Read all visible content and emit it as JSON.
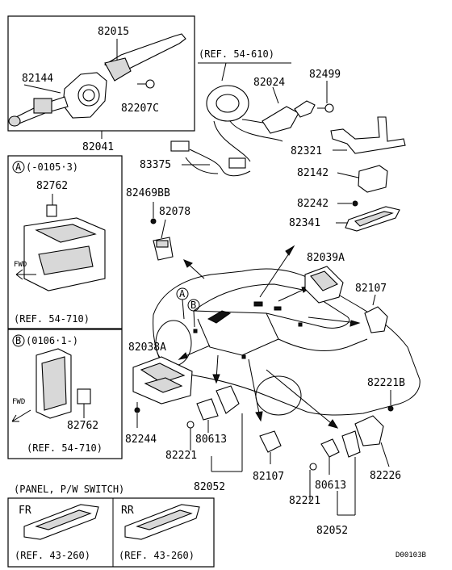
{
  "parts": {
    "p82015": "82015",
    "p82144": "82144",
    "p82207C": "82207C",
    "p82041": "82041",
    "ref_54_610": "(REF. 54-610)",
    "p82024": "82024",
    "p82499": "82499",
    "p82321": "82321",
    "p83375": "83375",
    "p82142": "82142",
    "p82469BB": "82469BB",
    "p82078": "82078",
    "p82242": "82242",
    "p82341": "82341",
    "p82039A": "82039A",
    "p82107_right": "82107",
    "p82038A": "82038A",
    "p82221B": "82221B",
    "p82244": "82244",
    "p80613_left": "80613",
    "p82221_left": "82221",
    "p82052_left": "82052",
    "p82107_bottom": "82107",
    "p80613_right": "80613",
    "p82221_right": "82221",
    "p82052_right": "82052",
    "p82226": "82226"
  },
  "box_a": {
    "marker": "A",
    "range": "(-0105·3)",
    "part": "82762",
    "fwd": "FWD",
    "ref": "(REF. 54-710)"
  },
  "box_b": {
    "marker": "B",
    "range": "(0106·1-)",
    "fwd": "FWD",
    "part": "82762",
    "ref": "(REF. 54-710)"
  },
  "car_markers": {
    "a": "A",
    "b": "B"
  },
  "panel": {
    "title": "(PANEL, P/W SWITCH)",
    "fr_label": "FR",
    "rr_label": "RR",
    "fr_ref": "(REF. 43-260)",
    "rr_ref": "(REF. 43-260)"
  },
  "diagram_code": "D00103B"
}
